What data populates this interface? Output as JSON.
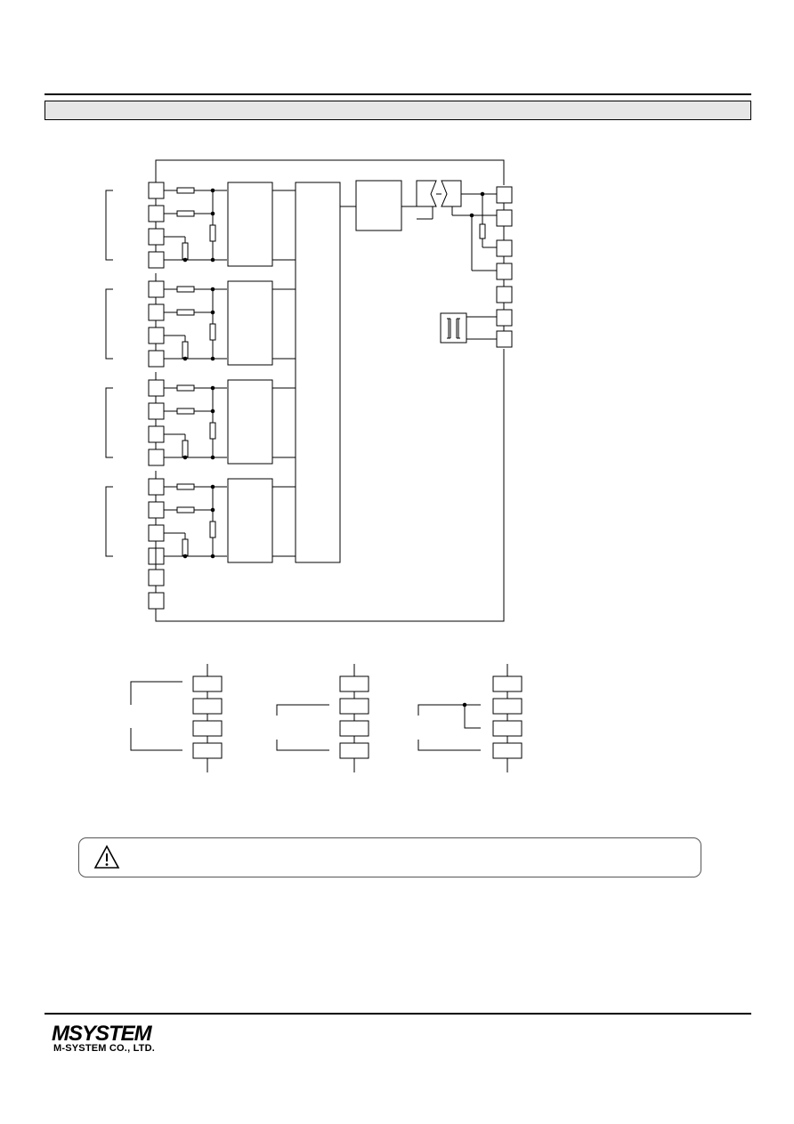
{
  "document": {
    "section_bar_text": "",
    "warning_text": "",
    "brand": {
      "logo_text": "MSYSTEM",
      "company_name": "M-SYSTEM CO., LTD."
    }
  },
  "diagram": {
    "input_channels": 4,
    "terminals_per_channel": 4,
    "extra_left_terminals": 2,
    "right_terminals": 7,
    "connection_examples": 3,
    "warning_icon": "warning-triangle-icon",
    "transformer_icon": "isolation-transformer-icon"
  }
}
